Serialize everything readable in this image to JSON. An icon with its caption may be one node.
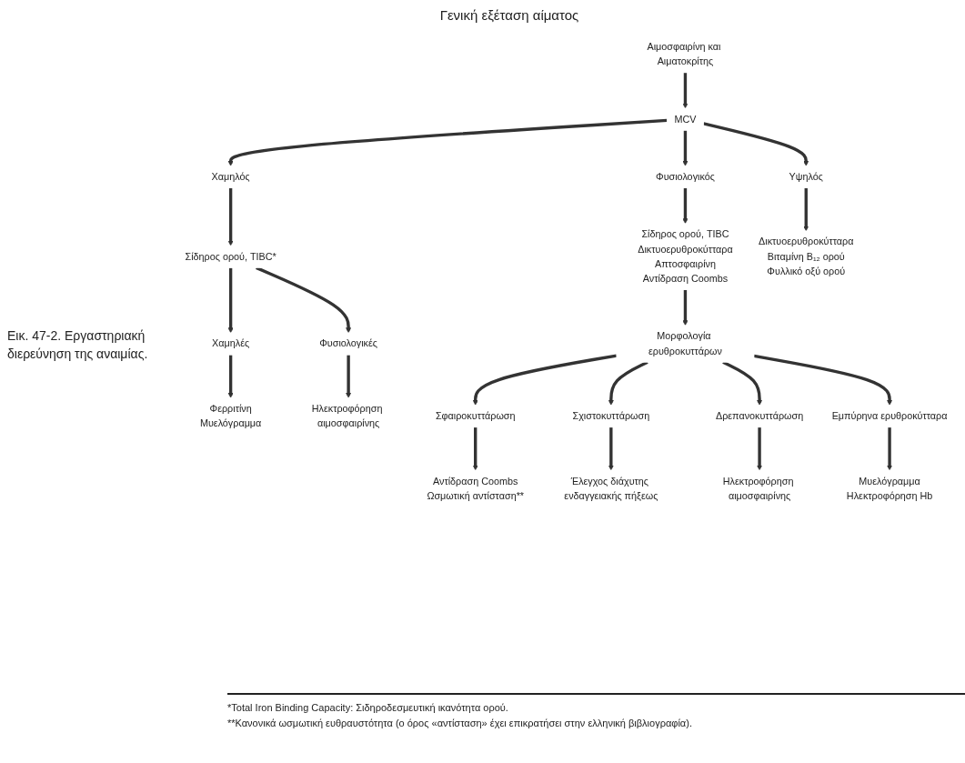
{
  "diagram": {
    "title": "Γενική εξέταση αίματος",
    "caption": "Εικ. 47-2. Εργαστηριακή διερεύνηση της αναιμίας.",
    "nodes": [
      {
        "text": [
          "Αιμοσφαιρίνη και Αιματοκρίτης"
        ]
      },
      {
        "text": [
          "MCV"
        ]
      },
      {
        "text": [
          "Χαμηλός"
        ]
      },
      {
        "text": [
          "Φυσιολογικός"
        ]
      },
      {
        "text": [
          "Υψηλός"
        ]
      },
      {
        "text": [
          "Σίδηρος ορού, TIBC*"
        ]
      },
      {
        "text": [
          "Σίδηρος ορού, TIBC",
          "Δικτυοερυθροκύτταρα",
          "Απτοσφαιρίνη",
          "Αντίδραση Coombs"
        ]
      },
      {
        "text": [
          "Δικτυοερυθροκύτταρα",
          "Βιταμίνη B₁₂ ορού",
          "Φυλλικό οξύ ορού"
        ]
      },
      {
        "text": [
          "Χαμηλές"
        ]
      },
      {
        "text": [
          "Φυσιολογικές"
        ]
      },
      {
        "text": [
          "Φερριτίνη",
          "Μυελόγραμμα"
        ]
      },
      {
        "text": [
          "Ηλεκτροφόρηση αιμοσφαιρίνης"
        ]
      },
      {
        "text": [
          "Μορφολογία ερυθροκυττάρων"
        ]
      },
      {
        "text": [
          "Σφαιροκυττάρωση"
        ]
      },
      {
        "text": [
          "Σχιστοκυττάρωση"
        ]
      },
      {
        "text": [
          "Δρεπανοκυττάρωση"
        ]
      },
      {
        "text": [
          "Εμπύρηνα ερυθροκύτταρα"
        ]
      },
      {
        "text": [
          "Αντίδραση Coombs",
          "Ωσμωτική αντίσταση**"
        ]
      },
      {
        "text": [
          "Έλεγχος διάχυτης ενδαγγειακής πήξεως"
        ]
      },
      {
        "text": [
          "Ηλεκτροφόρηση αιμοσφαιρίνης"
        ]
      },
      {
        "text": [
          "Μυελόγραμμα",
          "Ηλεκτροφόρηση Hb"
        ]
      }
    ],
    "edges": [
      {
        "from": 0,
        "to": 1,
        "arrow": "to"
      },
      {
        "from": 1,
        "to": 2,
        "arrow": "to"
      },
      {
        "from": 1,
        "to": 3,
        "arrow": "to"
      },
      {
        "from": 1,
        "to": 4,
        "arrow": "to"
      },
      {
        "from": 2,
        "to": 5,
        "arrow": "to"
      },
      {
        "from": 3,
        "to": 6,
        "arrow": "to"
      },
      {
        "from": 4,
        "to": 7,
        "arrow": "to"
      },
      {
        "from": 5,
        "to": 8,
        "arrow": "to"
      },
      {
        "from": 5,
        "to": 9,
        "arrow": "to"
      },
      {
        "from": 8,
        "to": 10,
        "arrow": "to"
      },
      {
        "from": 9,
        "to": 11,
        "arrow": "to"
      },
      {
        "from": 6,
        "to": 12,
        "arrow": "to"
      },
      {
        "from": 12,
        "to": 13,
        "arrow": "to"
      },
      {
        "from": 12,
        "to": 14,
        "arrow": "to"
      },
      {
        "from": 12,
        "to": 15,
        "arrow": "to"
      },
      {
        "from": 12,
        "to": 16,
        "arrow": "to"
      },
      {
        "from": 13,
        "to": 17,
        "arrow": "to"
      },
      {
        "from": 14,
        "to": 18,
        "arrow": "to"
      },
      {
        "from": 15,
        "to": 19,
        "arrow": "to"
      },
      {
        "from": 16,
        "to": 20,
        "arrow": "to"
      }
    ],
    "labels": [
      "*Total Iron Binding Capacity: Σιδηροδεσμευτική ικανότητα ορού.",
      "**Κανονικά ωσμωτική ευθραυστότητα (ο όρος «αντίσταση» έχει επικρατήσει στην ελληνική βιβλιογραφία)."
    ]
  }
}
